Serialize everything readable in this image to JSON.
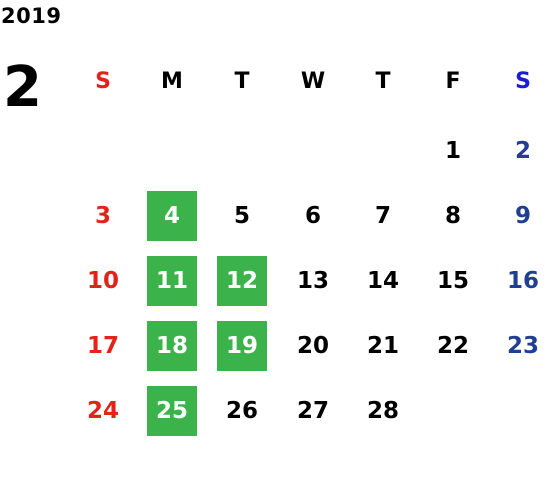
{
  "year": "2019",
  "month": "2",
  "weekday_headers": [
    "S",
    "M",
    "T",
    "W",
    "T",
    "F",
    "S"
  ],
  "weeks": [
    [
      null,
      null,
      null,
      null,
      null,
      "1",
      "2"
    ],
    [
      "3",
      "4",
      "5",
      "6",
      "7",
      "8",
      "9"
    ],
    [
      "10",
      "11",
      "12",
      "13",
      "14",
      "15",
      "16"
    ],
    [
      "17",
      "18",
      "19",
      "20",
      "21",
      "22",
      "23"
    ],
    [
      "24",
      "25",
      "26",
      "27",
      "28",
      null,
      null
    ]
  ],
  "highlighted_days": [
    "4",
    "11",
    "12",
    "18",
    "19",
    "25"
  ],
  "colors": {
    "sunday": "#e2231a",
    "saturday_header": "#1a1adb",
    "saturday": "#1f3f94",
    "weekday": "#000000",
    "highlight_bg": "#3cb34a",
    "highlight_text": "#ffffff"
  }
}
